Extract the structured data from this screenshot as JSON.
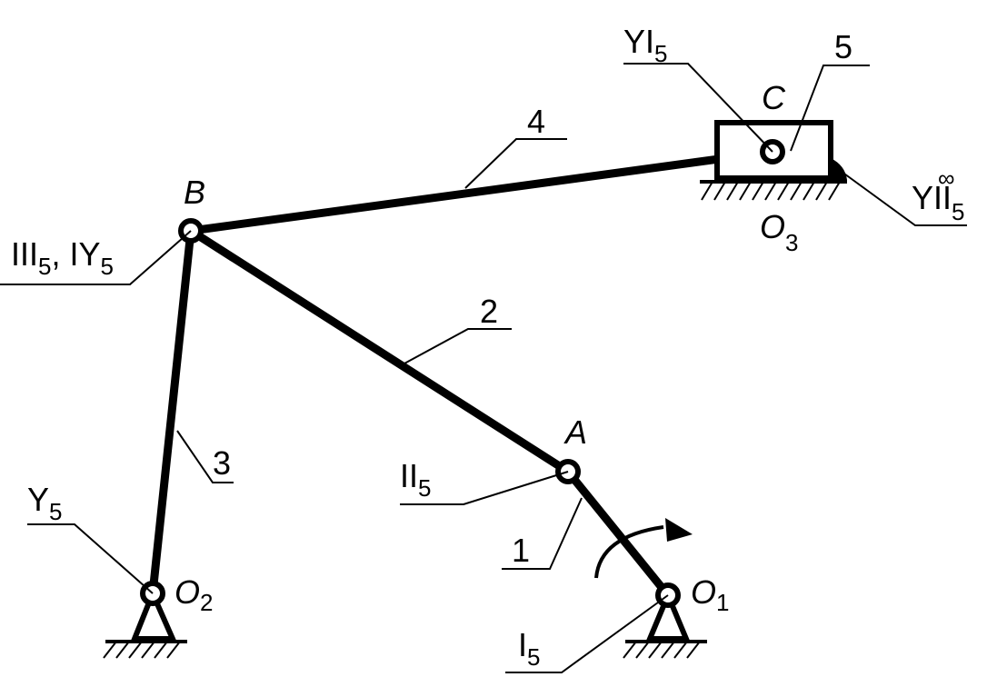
{
  "points": {
    "A": "A",
    "B": "B",
    "C": "C",
    "O1": {
      "base": "O",
      "sub": "1"
    },
    "O2": {
      "base": "O",
      "sub": "2"
    },
    "O3": {
      "base": "O",
      "sub": "3"
    }
  },
  "link_numbers": {
    "l1": "1",
    "l2": "2",
    "l3": "3",
    "l4": "4",
    "l5": "5"
  },
  "instant_centers": {
    "I5": {
      "base": "I",
      "sub": "5"
    },
    "II5": {
      "base": "II",
      "sub": "5"
    },
    "III5_IY5": {
      "base1": "III",
      "sub1": "5",
      "sep": ", IY",
      "sub2": "5"
    },
    "Y5": {
      "base": "Y",
      "sub": "5"
    },
    "YI5": {
      "base": "YI",
      "sub": "5"
    },
    "YII5": {
      "base": "YII",
      "sub": "5",
      "sup": "∞"
    }
  }
}
